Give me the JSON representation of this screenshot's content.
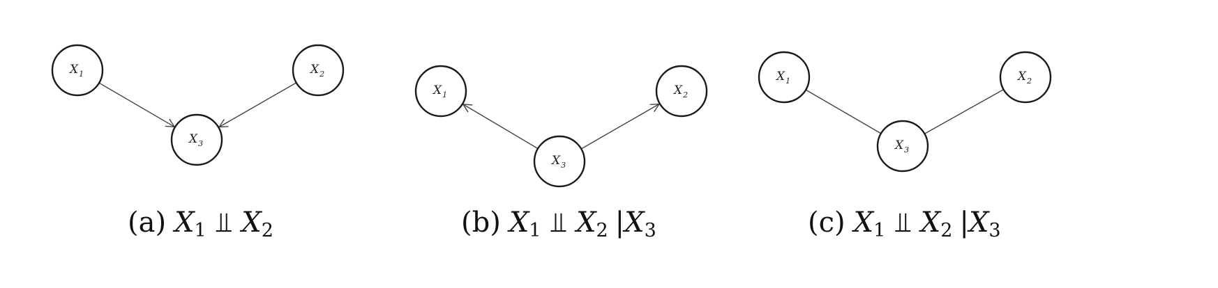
{
  "panels": [
    {
      "id": "a",
      "caption": {
        "prefix": "(a)",
        "lhs_var": "X",
        "lhs_sub": "1",
        "relation": "⫫",
        "rhs_var": "X",
        "rhs_sub": "2",
        "cond_bar": "",
        "cond_var": "",
        "cond_sub": ""
      },
      "nodes": [
        {
          "id": "X1",
          "var": "X",
          "sub": "1"
        },
        {
          "id": "X2",
          "var": "X",
          "sub": "2"
        },
        {
          "id": "X3",
          "var": "X",
          "sub": "3"
        }
      ],
      "edges": [
        {
          "from": "X1",
          "to": "X3",
          "directed": true
        },
        {
          "from": "X2",
          "to": "X3",
          "directed": true
        }
      ]
    },
    {
      "id": "b",
      "caption": {
        "prefix": "(b)",
        "lhs_var": "X",
        "lhs_sub": "1",
        "relation": "⫫",
        "rhs_var": "X",
        "rhs_sub": "2",
        "cond_bar": "|",
        "cond_var": "X",
        "cond_sub": "3"
      },
      "nodes": [
        {
          "id": "X1",
          "var": "X",
          "sub": "1"
        },
        {
          "id": "X2",
          "var": "X",
          "sub": "2"
        },
        {
          "id": "X3",
          "var": "X",
          "sub": "3"
        }
      ],
      "edges": [
        {
          "from": "X3",
          "to": "X1",
          "directed": true
        },
        {
          "from": "X3",
          "to": "X2",
          "directed": true
        }
      ]
    },
    {
      "id": "c",
      "caption": {
        "prefix": "(c)",
        "lhs_var": "X",
        "lhs_sub": "1",
        "relation": "⫫",
        "rhs_var": "X",
        "rhs_sub": "2",
        "cond_bar": "|",
        "cond_var": "X",
        "cond_sub": "3"
      },
      "nodes": [
        {
          "id": "X1",
          "var": "X",
          "sub": "1"
        },
        {
          "id": "X2",
          "var": "X",
          "sub": "2"
        },
        {
          "id": "X3",
          "var": "X",
          "sub": "3"
        }
      ],
      "edges": [
        {
          "from": "X1",
          "to": "X3",
          "directed": false
        },
        {
          "from": "X2",
          "to": "X3",
          "directed": false
        }
      ]
    }
  ]
}
